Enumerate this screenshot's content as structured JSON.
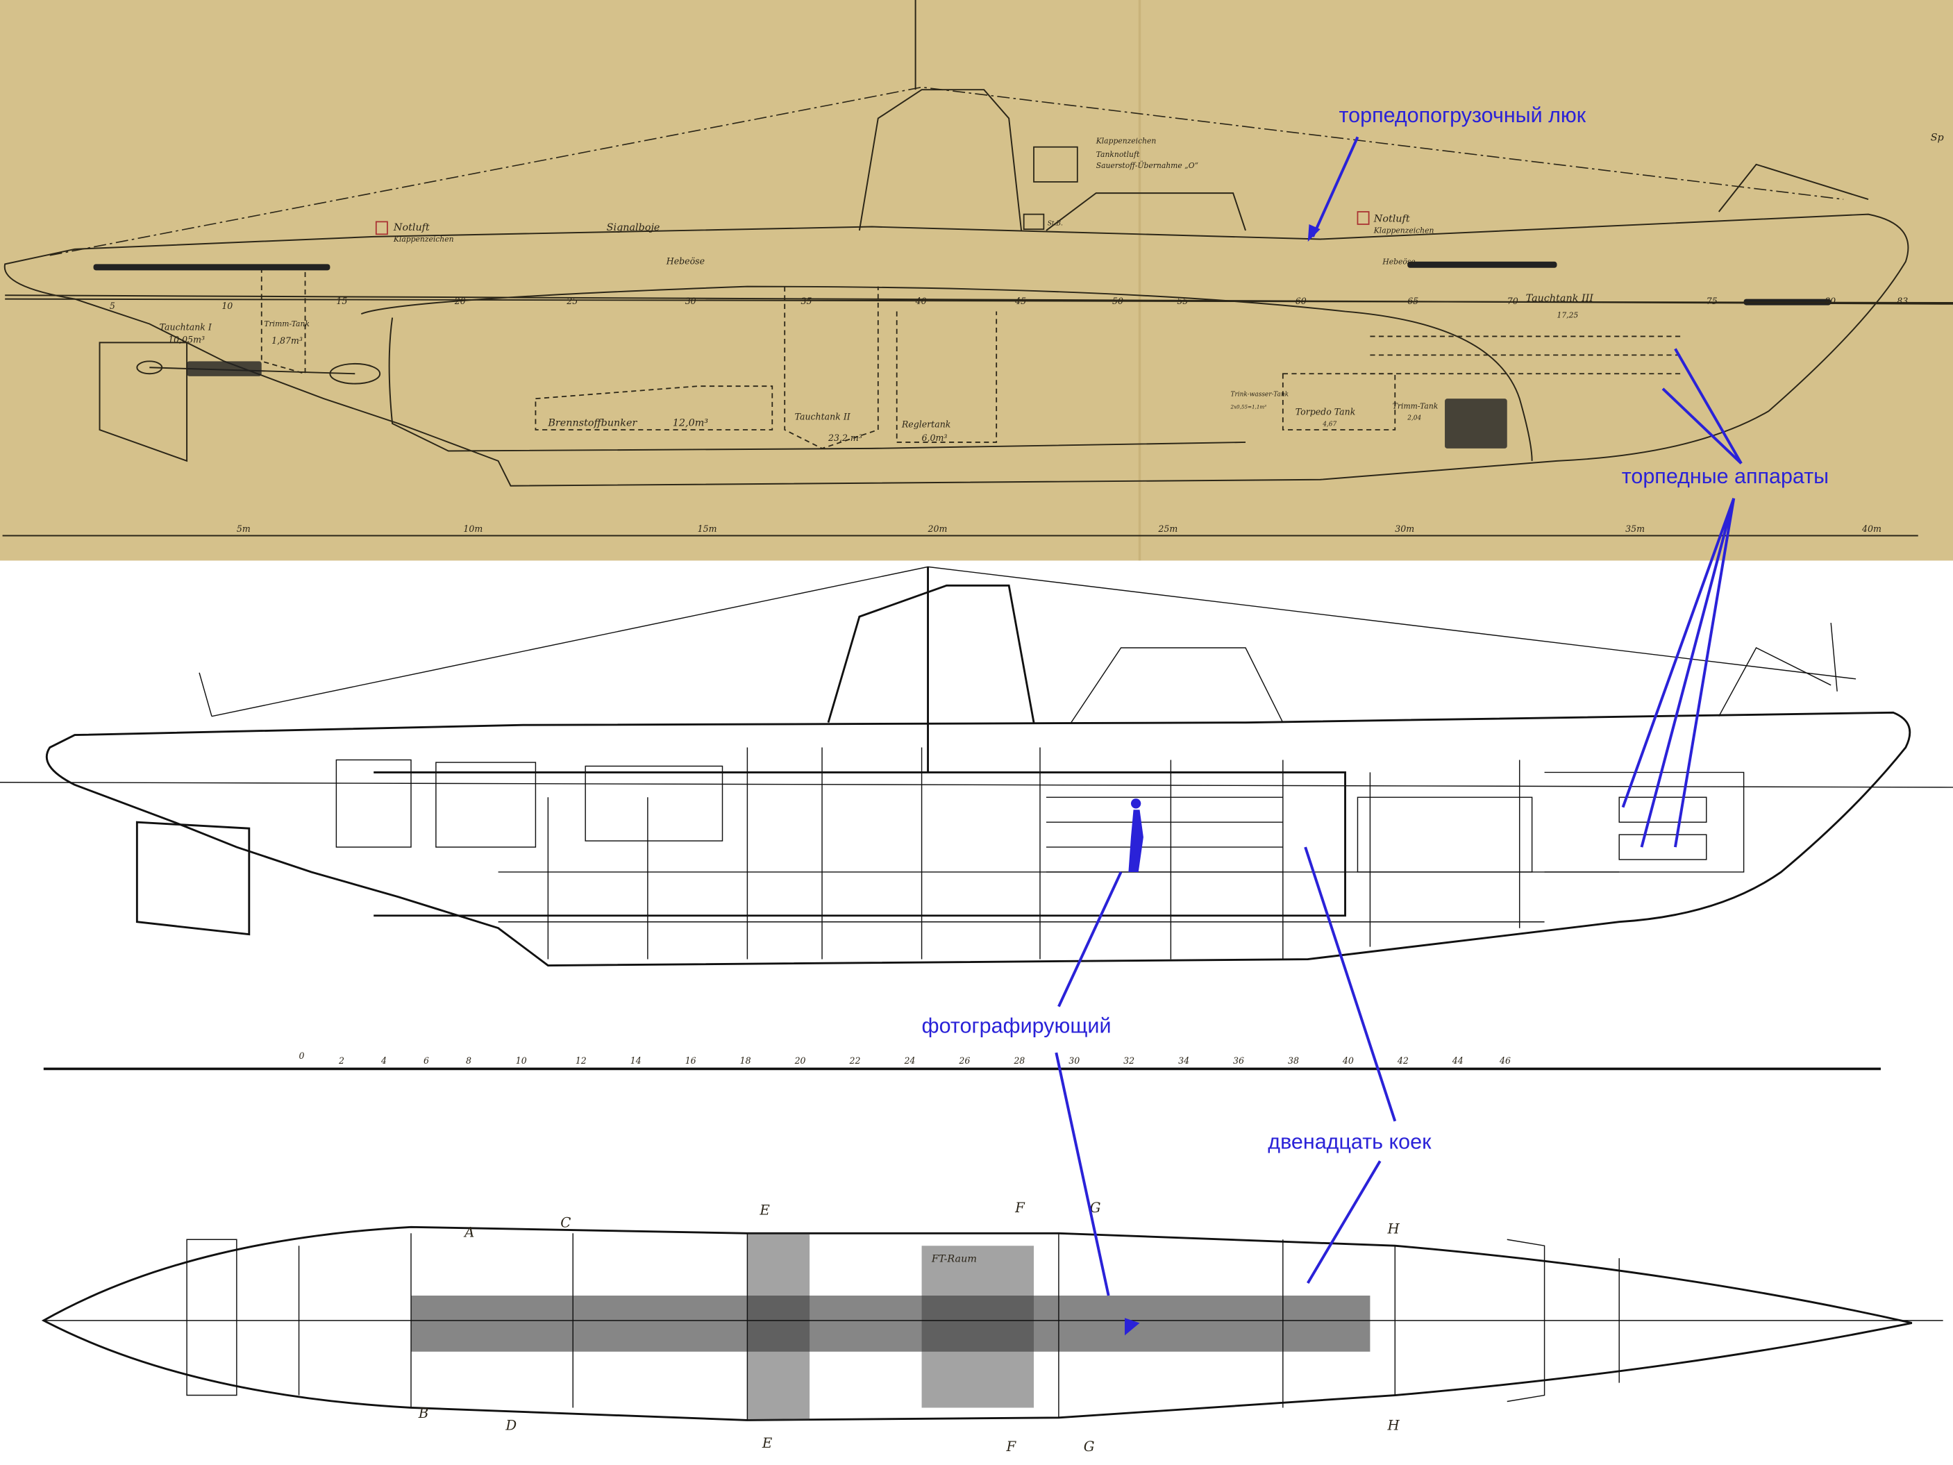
{
  "colors": {
    "paper": "#d8c48f",
    "annotation": "#2a22d8",
    "ink": "#2b2618",
    "plan_ink": "#111111"
  },
  "top_drawing": {
    "labels": {
      "notluft_1": "Notluft",
      "klappenzeichen_1": "Klappenzeichen",
      "signalboje": "Signalboje",
      "hebeoese_1": "Hebeöse",
      "tauchtank_1": "Tauchtank I",
      "tauchtank_1_vol": "10,05m³",
      "trimmtank": "Trimm-Tank",
      "trimmtank_vol": "1,87m³",
      "brennstoffbunker": "Brennstoffbunker",
      "brennstoffbunker_vol": "12,0m³",
      "tauchtank_2": "Tauchtank II",
      "tauchtank_2_vol": "23,2 m³",
      "reglertank": "Reglertank",
      "reglertank_vol": "6,0m³",
      "klappenzeichen_2": "Klappenzeichen",
      "tanknotluft": "Tanknotluft",
      "sauerstoff": "Sauerstoff-Übernahme „O“",
      "stb": "St.B.",
      "notluft_2": "Notluft",
      "klappenzeichen_3": "Klappenzeichen",
      "hebeoese_2": "Hebeöse",
      "tauchtank_3": "Tauchtank III",
      "tauchtank_3_vol": "17,25",
      "trinkwasser": "Trink-wasser-Tank",
      "trinkwasser_vol": "2x0,55=1,1m³",
      "torpedotank": "Torpedo Tank",
      "torpedotank_vol": "4,67",
      "trimmtank_2": "Trimm-Tank",
      "trimmtank_2_vol": "2,04",
      "corner": "Sp"
    },
    "frame_ticks": [
      "5",
      "10",
      "15",
      "20",
      "25",
      "30",
      "35",
      "40",
      "45",
      "50",
      "55",
      "60",
      "65",
      "70",
      "75",
      "80",
      "83"
    ],
    "scale_ticks": [
      "5m",
      "10m",
      "15m",
      "20m",
      "25m",
      "30m",
      "35m",
      "40m"
    ]
  },
  "middle_drawing": {
    "ruler_ticks": [
      "0",
      "2",
      "4",
      "6",
      "8",
      "10",
      "12",
      "14",
      "16",
      "18",
      "20",
      "22",
      "24",
      "26",
      "28",
      "30",
      "32",
      "34",
      "36",
      "38",
      "40",
      "42",
      "44",
      "46"
    ]
  },
  "plan_drawing": {
    "sections": [
      "A",
      "B",
      "C",
      "D",
      "E",
      "E",
      "F",
      "F",
      "G",
      "G",
      "H",
      "H"
    ],
    "room_label": "FT-Raum"
  },
  "annotations": {
    "torpedo_hatch": "торпедопогрузочный люк",
    "torpedo_tubes": "торпедные аппараты",
    "photographer": "фотографирующий",
    "twelve_bunks": "двенадцать коек"
  }
}
